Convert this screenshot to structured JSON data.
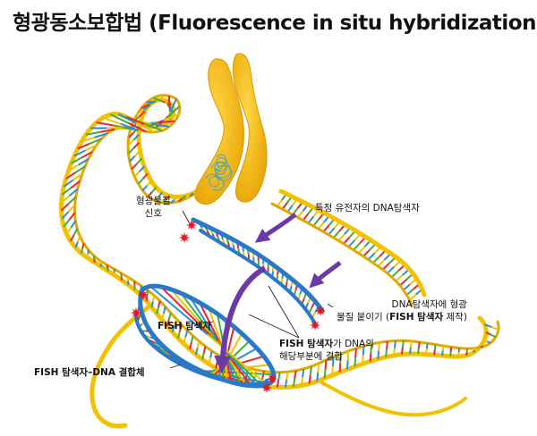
{
  "title": "형광동소보합법 (Fluorescence in situ hybridization)",
  "labels": {
    "fluor_signal_line1": "형광물질",
    "fluor_signal_line2": "신호",
    "probe_gene": "특정 유전자의 DNA탐색자",
    "attach_line1": "DNA탐색자에 형광",
    "attach_line2_pre": "물질 붙이기 (",
    "attach_line2_bold": "FISH 탐색자",
    "attach_line2_post": " 제작)",
    "fish_probe": "FISH 탐색자",
    "bind_line1_bold": "FISH 탐색자",
    "bind_line1_post": "가 DNA의",
    "bind_line2": "해당부분에 결합",
    "complex": "FISH 탐색자–DNA 결합체"
  },
  "colors": {
    "backbone_yellow": "#f2c200",
    "probe_blue": "#2a79c9",
    "chromosome_gold": "#f0b400",
    "arrow_purple": "#6b3aa6",
    "star_red": "#e8141e",
    "rung_palette": [
      "#e8262b",
      "#2a8ddc",
      "#3fae3c",
      "#f2c200"
    ]
  }
}
